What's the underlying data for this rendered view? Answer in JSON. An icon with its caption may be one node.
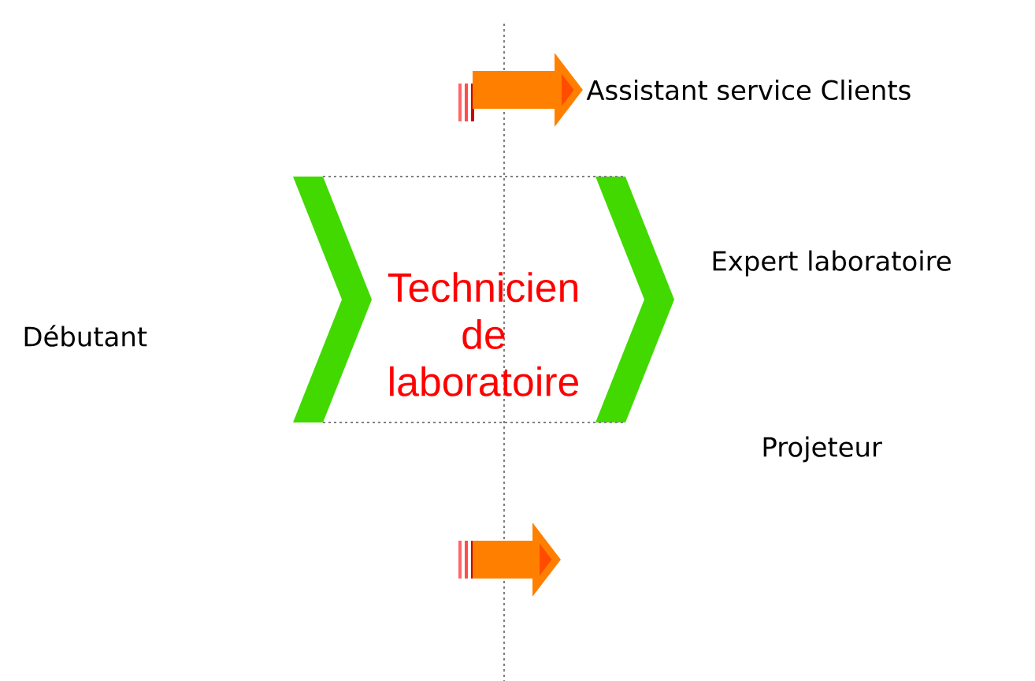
{
  "diagram": {
    "nodes": [
      {
        "text": [
          "Débutant"
        ]
      },
      {
        "text": [
          "Technicien de laboratoire"
        ]
      },
      {
        "text": [
          "Assistant service Clients"
        ]
      },
      {
        "text": [
          "Expert laboratoire"
        ]
      },
      {
        "text": [
          "Projeteur"
        ]
      }
    ],
    "edges": [
      {
        "from": null,
        "to": 2,
        "arrow": "to"
      }
    ]
  }
}
